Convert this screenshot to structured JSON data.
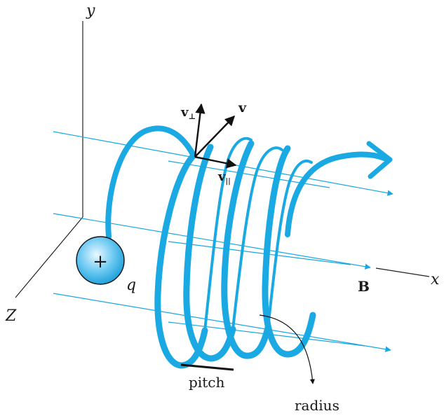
{
  "axes": {
    "y_label": "y",
    "x_label": "x",
    "z_label": "Z"
  },
  "charge": {
    "sign": "+",
    "label": "q",
    "color": "#3fb6ea"
  },
  "field": {
    "label": "B",
    "line_color": "#18a8e0"
  },
  "velocity": {
    "total_label": "v",
    "perp_label": "v",
    "perp_subscript": "⊥",
    "par_label": "v",
    "par_subscript": "||"
  },
  "helix": {
    "color": "#1aa9e2"
  },
  "annotations": {
    "pitch": "pitch",
    "radius": "radius"
  }
}
